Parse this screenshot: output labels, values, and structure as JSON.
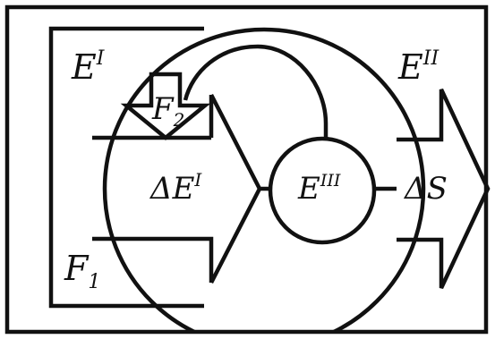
{
  "labels": {
    "e1": {
      "main": "E",
      "sup": "I"
    },
    "e2": {
      "main": "E",
      "sup": "II"
    },
    "e3": {
      "main": "E",
      "sup": "III"
    },
    "de1": {
      "delta": "Δ",
      "main": "E",
      "sup": "I"
    },
    "ds": {
      "delta": "Δ",
      "main": "S"
    },
    "f1": {
      "main": "F",
      "sub": "1"
    },
    "f2": {
      "main": "F",
      "sub": "2"
    }
  },
  "colors": {
    "stroke": "#111111",
    "background": "#ffffff"
  }
}
